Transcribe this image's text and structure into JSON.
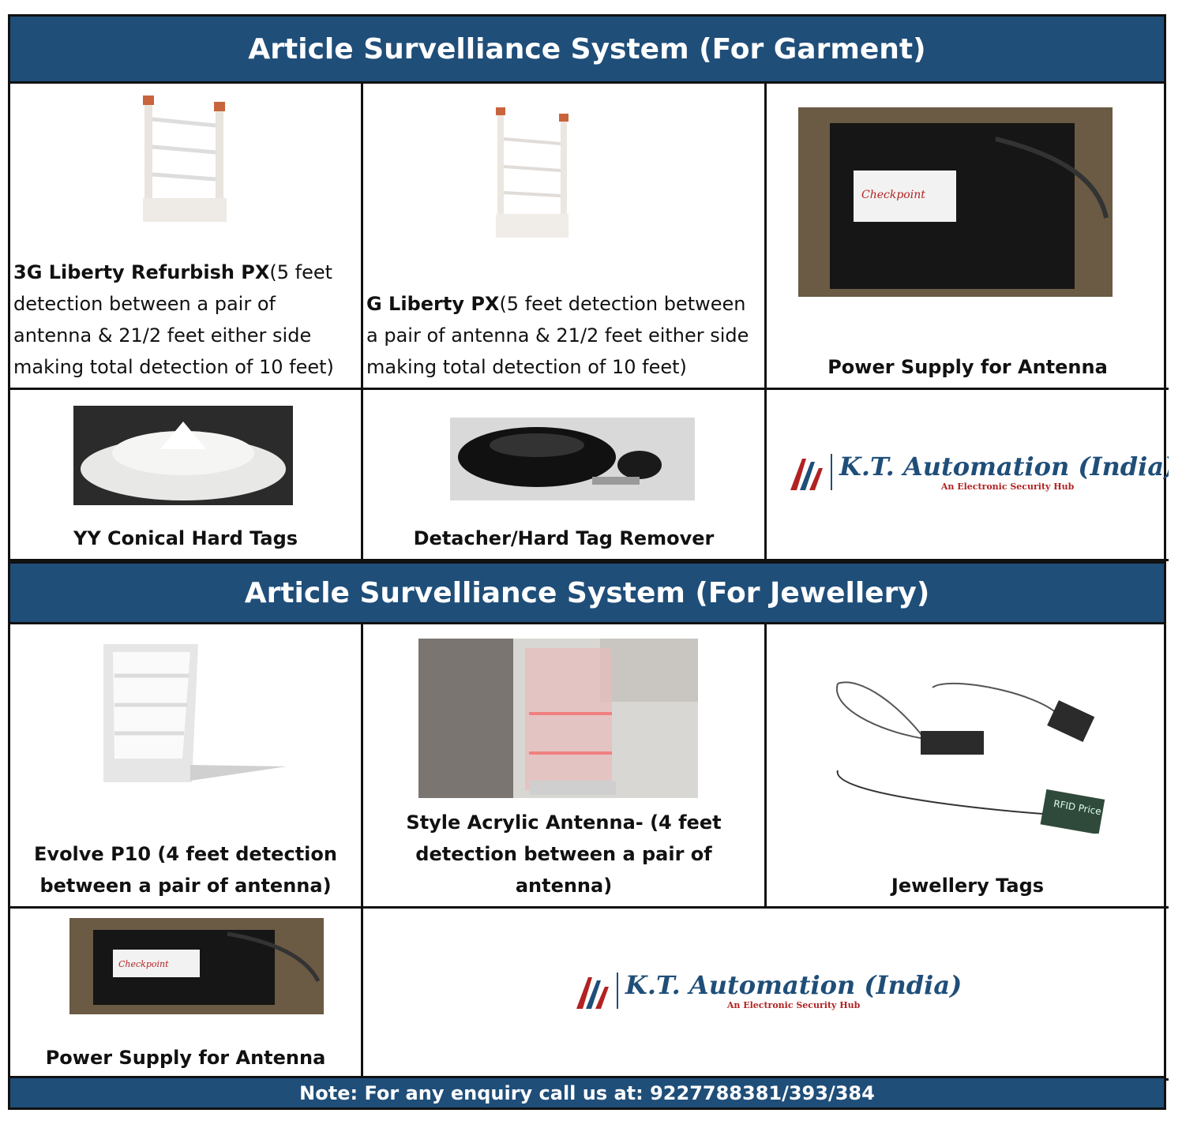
{
  "garment": {
    "title": "Article Survelliance System (For Garment)",
    "items": [
      {
        "name_bold": "3G Liberty Refurbish PX",
        "desc": "(5 feet detection between a pair of antenna & 21/2 feet either side making total detection of 10 feet)"
      },
      {
        "name_bold": "G Liberty PX",
        "desc": "(5 feet detection between a pair of antenna & 21/2 feet either side making total detection of 10 feet)"
      },
      {
        "label": "Power Supply for Antenna"
      },
      {
        "label": "YY Conical Hard Tags"
      },
      {
        "label": "Detacher/Hard Tag Remover"
      }
    ]
  },
  "jewellery": {
    "title": "Article Survelliance System (For Jewellery)",
    "items": [
      {
        "label": "Evolve P10 (4 feet detection between a pair of antenna)"
      },
      {
        "label": "Style Acrylic Antenna- (4 feet detection between a pair of antenna)"
      },
      {
        "label": "Jewellery Tags"
      },
      {
        "label": "Power Supply for Antenna"
      }
    ]
  },
  "logo": {
    "name": "K.T. Automation (India)",
    "tagline": "An Electronic Security Hub"
  },
  "images": {
    "jewellery_tag_text": "RFID Price Tag",
    "power_label_text": "Checkpoint"
  },
  "note": "Note: For any enquiry call us at: 9227788381/393/384",
  "colors": {
    "band": "#1f4e79",
    "accent": "#b22222"
  }
}
